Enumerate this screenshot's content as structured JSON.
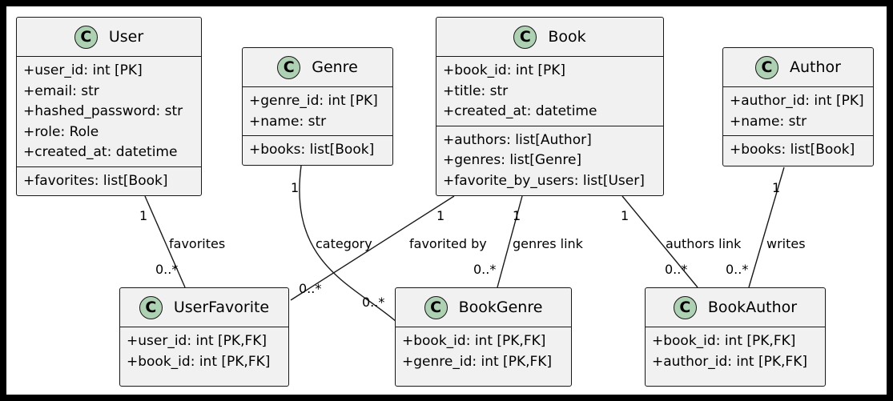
{
  "classes": {
    "user": {
      "name": "User",
      "badge": "C",
      "fields": [
        "+user_id: int [PK]",
        "+email: str",
        "+hashed_password: str",
        "+role: Role",
        "+created_at: datetime"
      ],
      "methods": [
        "+favorites: list[Book]"
      ]
    },
    "genre": {
      "name": "Genre",
      "badge": "C",
      "fields": [
        "+genre_id: int [PK]",
        "+name: str"
      ],
      "methods": [
        "+books: list[Book]"
      ]
    },
    "book": {
      "name": "Book",
      "badge": "C",
      "fields": [
        "+book_id: int [PK]",
        "+title: str",
        "+created_at: datetime"
      ],
      "methods": [
        "+authors: list[Author]",
        "+genres: list[Genre]",
        "+favorite_by_users: list[User]"
      ]
    },
    "author": {
      "name": "Author",
      "badge": "C",
      "fields": [
        "+author_id: int [PK]",
        "+name: str"
      ],
      "methods": [
        "+books: list[Book]"
      ]
    },
    "userfavorite": {
      "name": "UserFavorite",
      "badge": "C",
      "fields": [
        "+user_id: int [PK,FK]",
        "+book_id: int [PK,FK]"
      ],
      "methods": []
    },
    "bookgenre": {
      "name": "BookGenre",
      "badge": "C",
      "fields": [
        "+book_id: int [PK,FK]",
        "+genre_id: int [PK,FK]"
      ],
      "methods": []
    },
    "bookauthor": {
      "name": "BookAuthor",
      "badge": "C",
      "fields": [
        "+book_id: int [PK,FK]",
        "+author_id: int [PK,FK]"
      ],
      "methods": []
    }
  },
  "relations": {
    "user_fav": {
      "label": "favorites",
      "from_mult": "1",
      "to_mult": "0..*"
    },
    "genre_bg": {
      "label": "category",
      "from_mult": "1",
      "to_mult": "0..*"
    },
    "book_fav": {
      "label": "favorited by",
      "from_mult": "1",
      "to_mult": "0..*"
    },
    "book_bg": {
      "label": "genres link",
      "from_mult": "1",
      "to_mult": "0..*"
    },
    "book_ba": {
      "label": "authors link",
      "from_mult": "1",
      "to_mult": "0..*"
    },
    "author_ba": {
      "label": "writes",
      "from_mult": "1",
      "to_mult": "0..*"
    }
  },
  "colors": {
    "background": "#ffffff",
    "frame": "#000000",
    "box_fill": "#f1f1f1",
    "border": "#181818",
    "badge_fill": "#add1b2"
  }
}
